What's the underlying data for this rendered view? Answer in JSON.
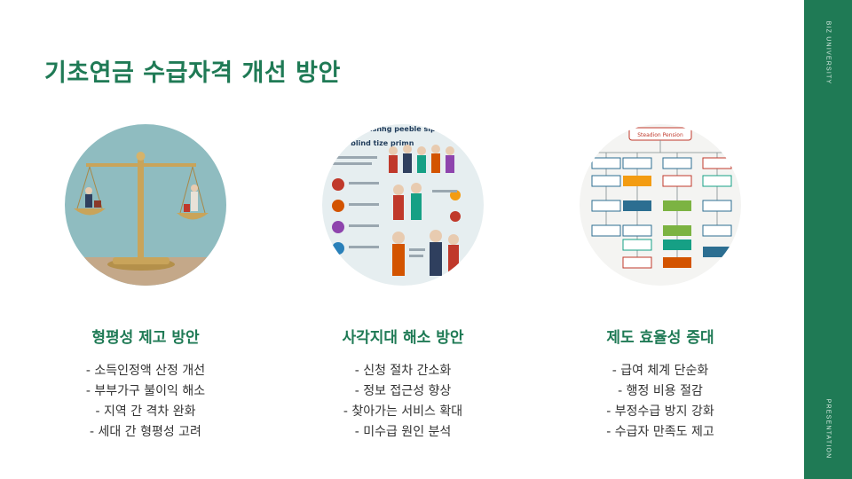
{
  "title": "기초연금 수급자격 개선 방안",
  "sidebar": {
    "top_text": "BIZ UNIVERSITY",
    "bottom_text": "PRESENTATION"
  },
  "columns": [
    {
      "image": "balance-scale-image",
      "title": "형평성 제고 방안",
      "items": [
        "- 소득인정액 산정 개선",
        "- 부부가구 불이익 해소",
        "- 지역 간 격차 완화",
        "- 세대 간 형평성 고려"
      ]
    },
    {
      "image": "elderly-infographic-image",
      "title": "사각지대 해소 방안",
      "items": [
        "- 신청 절차 간소화",
        "- 정보 접근성 향상",
        "- 찾아가는 서비스 확대",
        "- 미수급 원인 분석"
      ]
    },
    {
      "image": "flowchart-image",
      "title": "제도 효율성 증대",
      "items": [
        "- 급여 체계 단순화",
        "- 행정 비용 절감",
        "- 부정수급 방지 강화",
        "- 수급자 만족도 제고"
      ]
    }
  ],
  "infographic": {
    "heading": "ly perisnhg peeble slp sldeasone for ainsedsmet for presentation",
    "subheading": "er blind tize primn"
  },
  "flowchart": {
    "top_label": "Steadion Pension"
  },
  "colors": {
    "accent": "#1f7a55",
    "text": "#333333",
    "scale_bg": "#8fbcc0",
    "gold": "#c9a45a"
  }
}
